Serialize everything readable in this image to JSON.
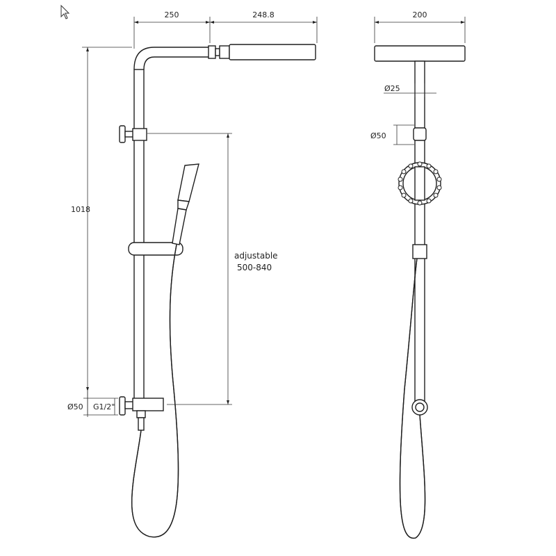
{
  "front_view": {
    "dims": {
      "arm_length": "250",
      "head_length": "248.8",
      "total_height": "1018",
      "adjustable_label": "adjustable",
      "adjustable_range": "500-840",
      "outlet_diameter": "Ø50",
      "thread": "G1/2\""
    }
  },
  "side_view": {
    "dims": {
      "head_width": "200",
      "pipe_diameter": "Ø25",
      "bracket_diameter": "Ø50"
    }
  },
  "icons": {
    "cursor": "mouse-pointer-icon"
  }
}
